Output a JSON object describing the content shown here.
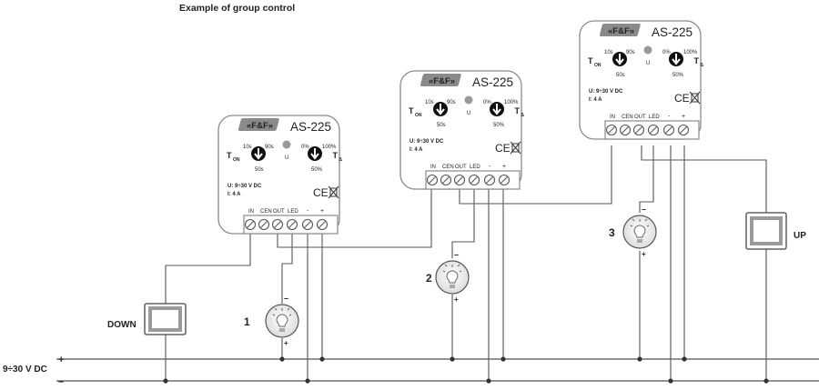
{
  "diagram": {
    "title": "Example of group control",
    "supply": {
      "label": "9÷30 V DC",
      "plus": "+",
      "minus": "–"
    },
    "switches": {
      "down": "DOWN",
      "up": "UP"
    },
    "lamps": [
      {
        "number": "1",
        "minus": "–",
        "plus": "+"
      },
      {
        "number": "2",
        "minus": "–",
        "plus": "+"
      },
      {
        "number": "3",
        "minus": "–",
        "plus": "+"
      }
    ],
    "device": {
      "logo": "«F&F»",
      "model": "AS-225",
      "ton_min": "10s",
      "ton_max": "90s",
      "ton_mid": "50s",
      "ton_label": "T",
      "ton_sub": "ON",
      "u_label": "U",
      "ta_min": "0%",
      "ta_max": "100%",
      "ta_mid": "50%",
      "ta_label": "T",
      "ta_sub": "Δ",
      "voltage": "U: 9÷30 V DC",
      "current": "I: 4 A",
      "ce": "CE",
      "term_in": "IN",
      "term_cen": "CEN",
      "term_out": "OUT",
      "term_led": "LED",
      "term_minus": "-",
      "term_plus": "+"
    },
    "colors": {
      "line": "#555555",
      "box": "#8a8a8a",
      "text": "#222222"
    }
  }
}
